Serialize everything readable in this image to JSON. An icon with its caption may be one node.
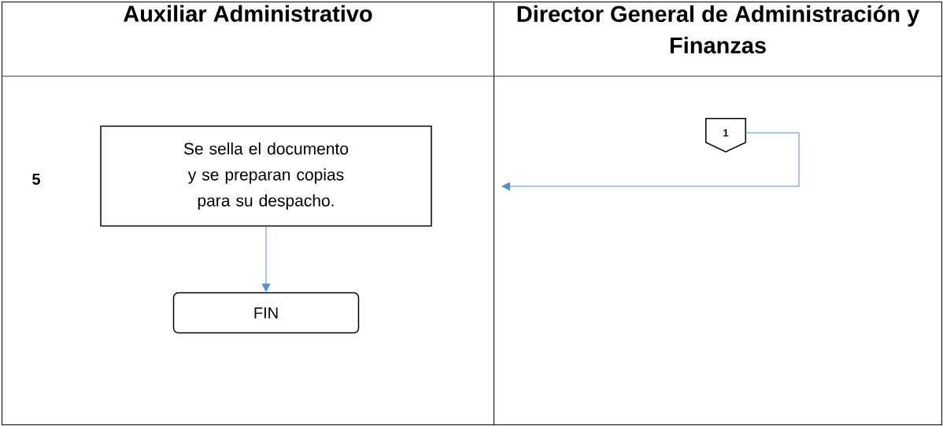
{
  "diagram": {
    "nodes": [
      {
        "text": [
          "Auxiliar Administrativo"
        ]
      },
      {
        "text": [
          "Director General de Administración y Finanzas"
        ]
      },
      {
        "text": [
          "Se sella el documento y se preparan copias para su despacho."
        ],
        "in": 0
      },
      {
        "text": [
          "FIN"
        ],
        "in": 0
      },
      {
        "text": [
          "1"
        ],
        "in": 1
      }
    ],
    "edges": [
      {
        "from": 2,
        "to": 3,
        "arrow": "to",
        "color": "#4a90d9"
      },
      {
        "from": 4,
        "to": null,
        "arrow": "to",
        "color": "#4a90d9"
      }
    ],
    "labels": [
      "5"
    ]
  }
}
